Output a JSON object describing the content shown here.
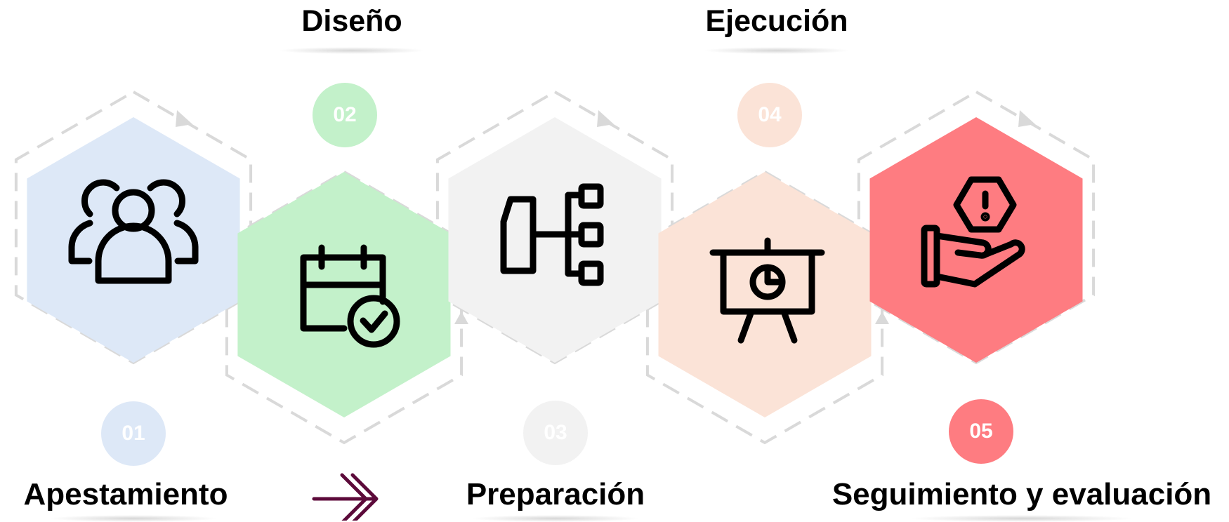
{
  "stages": [
    {
      "number": "01",
      "title": "Apestamiento",
      "icon": "people-group-icon",
      "color": "#dde8f7",
      "num_color": "#dde8f7"
    },
    {
      "number": "02",
      "title": "Diseño",
      "icon": "calendar-check-icon",
      "color": "#c3f1ca",
      "num_color": "#c3f1ca"
    },
    {
      "number": "03",
      "title": "Preparación",
      "icon": "document-hierarchy-icon",
      "color": "#f2f2f2",
      "num_color": "#f2f2f2"
    },
    {
      "number": "04",
      "title": "Ejecución",
      "icon": "presentation-board-icon",
      "color": "#fbe3d7",
      "num_color": "#fbe3d7"
    },
    {
      "number": "05",
      "title": "Seguimiento y evaluación",
      "icon": "hand-warning-icon",
      "color": "#fe7c81",
      "num_color": "#fe7c81"
    }
  ],
  "colors": {
    "icon_stroke": "#000000",
    "dashed_outline": "#d9d9d9",
    "arrow": "#5c0a3a"
  }
}
